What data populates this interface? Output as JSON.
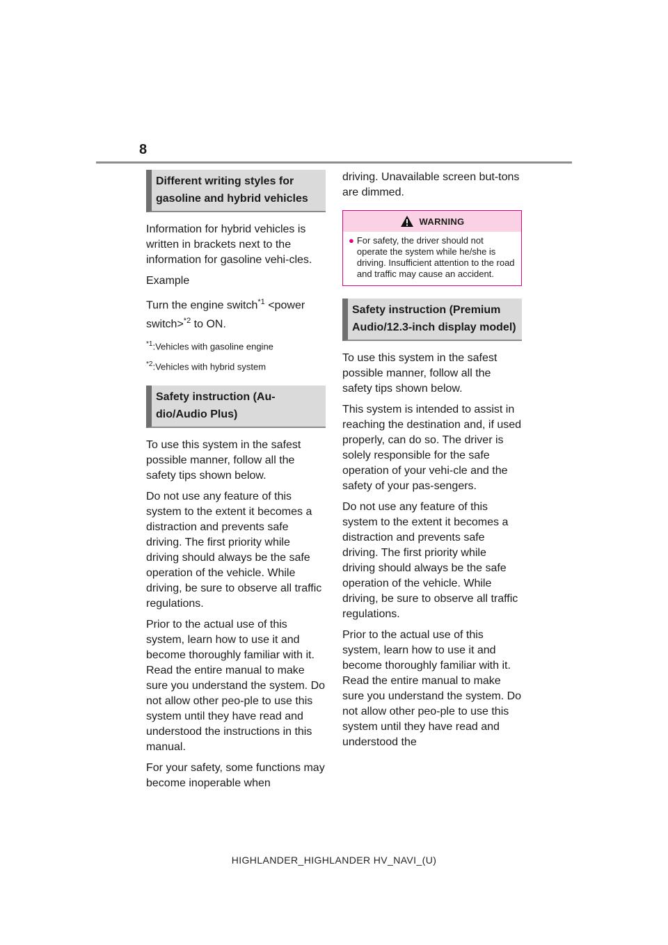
{
  "page": {
    "number": "8",
    "footer": "HIGHLANDER_HIGHLANDER HV_NAVI_(U)"
  },
  "left": {
    "heading1": "Different writing styles for gasoline and hybrid vehicles",
    "p1": "Information for hybrid vehicles is written in brackets next to the information for gasoline vehi-cles.",
    "p2": "Example",
    "p3a": "Turn the engine switch",
    "p3b": " <power switch>",
    "p3c": " to ON.",
    "sup1": "*1",
    "sup2": "*2",
    "fn1": ":Vehicles with gasoline engine",
    "fn2": ":Vehicles with hybrid system",
    "heading2": "Safety instruction (Au-dio/Audio Plus)",
    "p4": "To use this system in the safest possible manner, follow all the safety tips shown below.",
    "p5": "Do not use any feature of this system to the extent it becomes a distraction and prevents safe driving. The first priority while driving should always be the safe operation of the vehicle. While driving, be sure to observe all traffic regulations.",
    "p6": "Prior to the actual use of this system, learn how to use it and become thoroughly familiar with it. Read the entire manual to make sure you understand the system. Do not allow other peo-ple to use this system until they have read and understood the instructions in this manual.",
    "p7": "For your safety, some functions may become inoperable when"
  },
  "right": {
    "p1": "driving. Unavailable screen but-tons are dimmed.",
    "warning_label": "WARNING",
    "warning_bullet": "●",
    "warning_text": "For safety, the driver should not operate the system while he/she is driving. Insufficient attention to the road and traffic may cause an accident.",
    "heading": "Safety instruction (Premium Audio/12.3-inch display model)",
    "p2": "To use this system in the safest possible manner, follow all the safety tips shown below.",
    "p3": "This system is intended to assist in reaching the destination and, if used properly, can do so. The driver is solely responsible for the safe operation of your vehi-cle and the safety of your pas-sengers.",
    "p4": "Do not use any feature of this system to the extent it becomes a distraction and prevents safe driving. The first priority while driving should always be the safe operation of the vehicle. While driving, be sure to observe all traffic regulations.",
    "p5": "Prior to the actual use of this system, learn how to use it and become thoroughly familiar with it. Read the entire manual to make sure you understand the system. Do not allow other peo-ple to use this system until they have read and understood the"
  },
  "colors": {
    "warning_border": "#e5007e",
    "heading_bg": "#dadada",
    "heading_bar": "#6f6f6f"
  },
  "icons": {
    "warning": "warning-triangle-icon"
  }
}
